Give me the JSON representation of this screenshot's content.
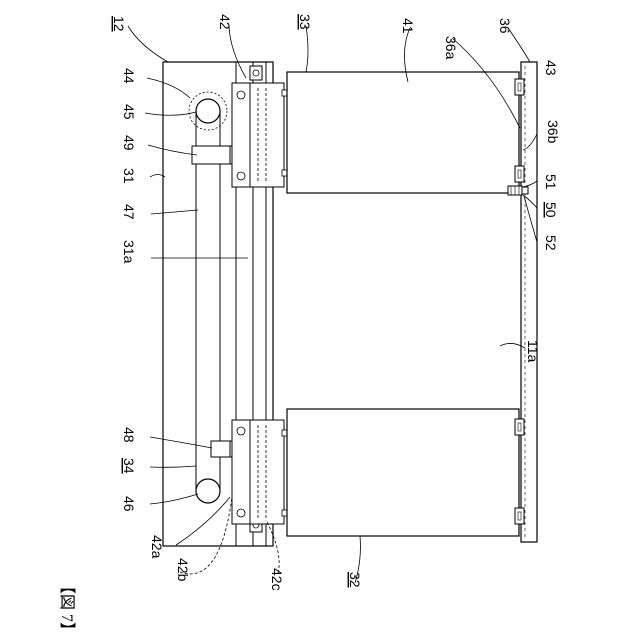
{
  "figure": {
    "caption": "【図 7】"
  },
  "labels": {
    "l12": "12",
    "l42": "42",
    "l33": "33",
    "l41": "41",
    "l36": "36",
    "l36a": "36a",
    "l43": "43",
    "l44": "44",
    "l45": "45",
    "l49": "49",
    "l31": "31",
    "l47": "47",
    "l31a": "31a",
    "l36b": "36b",
    "l51": "51",
    "l50": "50",
    "l52": "52",
    "l11a": "11a",
    "l48": "48",
    "l34": "34",
    "l46": "46",
    "l42a": "42a",
    "l42b": "42b",
    "l42c": "42c",
    "l32": "32"
  }
}
